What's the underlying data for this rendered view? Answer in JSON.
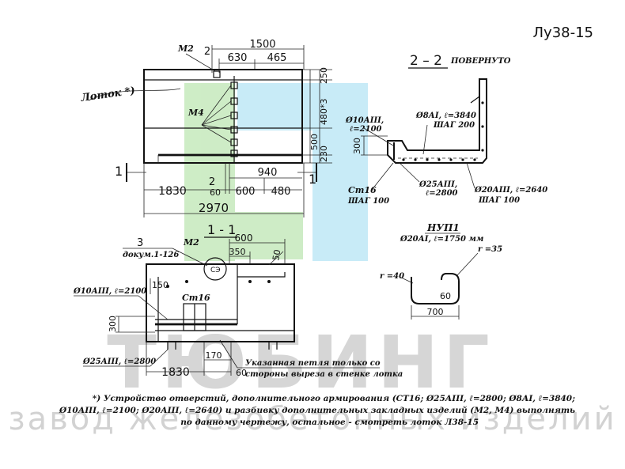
{
  "doc_code": "Лу38-15",
  "top_view": {
    "callout_lotok": "Лоток *)",
    "m2": "М2",
    "m4": "М4",
    "dim_1500": "1500",
    "dim_2": "2",
    "dim_630": "630",
    "dim_465": "465",
    "dim_250": "250",
    "dim_480x3": "480*3",
    "dim_500": "500",
    "dim_230": "230",
    "dim_940": "940",
    "dim_2b": "2",
    "dim_1830": "1830",
    "dim_60": "60",
    "dim_600": "600",
    "dim_480": "480",
    "dim_2970": "2970",
    "cut_mark": "1",
    "cut_mark_r": "1"
  },
  "section_22": {
    "title": "2 – 2",
    "subtitle": "ПОВЕРНУТО",
    "bar_10": "Ø10АIII,",
    "bar_10_l": "ℓ=2100",
    "bar_8": "Ø8АI, ℓ=3840",
    "step_200": "ШАГ 200",
    "dim_300": "300",
    "ct16": "Ст16",
    "step_100": "ШАГ 100",
    "bar_25": "Ø25АIII,",
    "bar_25_l": "ℓ=2800",
    "bar_20": "Ø20АIII, ℓ=2640",
    "step_100b": "ШАГ 100"
  },
  "nup1": {
    "title": "НУП1",
    "bar": "Ø20АI, ℓ=1750 мм",
    "r35": "r =35",
    "r40": "r =40",
    "dim_60": "60",
    "dim_700": "700"
  },
  "section_11": {
    "title": "1 - 1",
    "ref_3": "3",
    "ref_doc": "докум.1-126",
    "m2": "М2",
    "dim_600": "600",
    "dim_350": "350",
    "dim_50": "50",
    "dim_150": "150",
    "bar_10": "Ø10АIII, ℓ=2100",
    "ct16": "Ст16",
    "dim_300": "300",
    "bar_25": "Ø25АIII, ℓ=2800",
    "dim_170": "170",
    "dim_1830": "1830",
    "dim_60": "60",
    "note_loop_1": "Указанная петля только со",
    "note_loop_2": "стороны выреза в стенке лотка"
  },
  "footnote": {
    "line1": "*) Устройство отверстий, дополнительного армирования (СТ16; Ø25АIII, ℓ=2800; Ø8АI, ℓ=3840;",
    "line2": "Ø10АIII, ℓ=2100; Ø20АIII, ℓ=2640) и разбивку дополнительных закладных изделий (М2, М4) выполнять",
    "line3": "по данному чертежу, остальное - смотреть лоток Л38-15"
  },
  "watermark": {
    "brand": "ТЮБИНГ",
    "slogan": "завод железобетонных изделий",
    "colors": {
      "green": "#c9ebc0",
      "blue": "#c3e9f7",
      "gray": "#d2d2d2"
    }
  }
}
